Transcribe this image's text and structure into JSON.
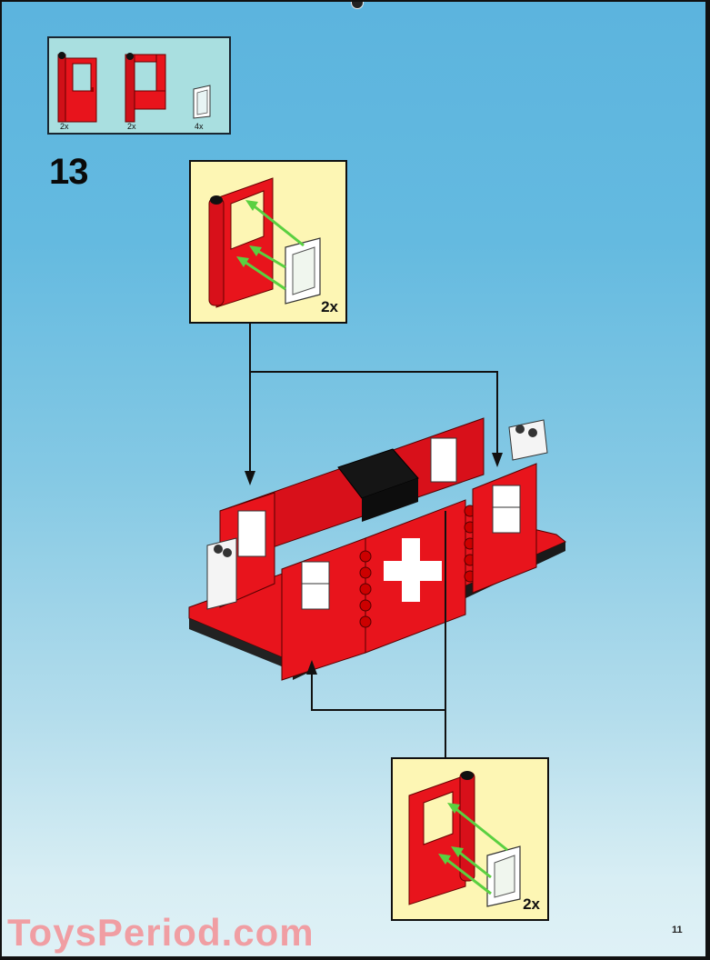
{
  "page": {
    "type": "building-instructions",
    "background_top": "#5cb4de",
    "background_bottom": "#dff1f6"
  },
  "parts_list": {
    "items": [
      {
        "name": "red-train-door-left",
        "qty": "2x",
        "color": "#e8141c"
      },
      {
        "name": "red-train-door-right",
        "qty": "2x",
        "color": "#e8141c"
      },
      {
        "name": "clear-window-pane",
        "qty": "4x",
        "color": "#ffffff"
      }
    ]
  },
  "step": {
    "number": "13"
  },
  "callouts": {
    "top": {
      "multiplier": "2x",
      "background": "#fdf6b4"
    },
    "bottom": {
      "multiplier": "2x",
      "background": "#fdf6b4"
    }
  },
  "colors": {
    "brick_red": "#e8141c",
    "brick_black": "#1a1a1a",
    "arrow_green": "#5ad040",
    "callout_yellow": "#fdf6b4",
    "parts_box": "#a9dfe0"
  },
  "footer": {
    "watermark": "ToysPeriod.com",
    "page_number": "11"
  }
}
